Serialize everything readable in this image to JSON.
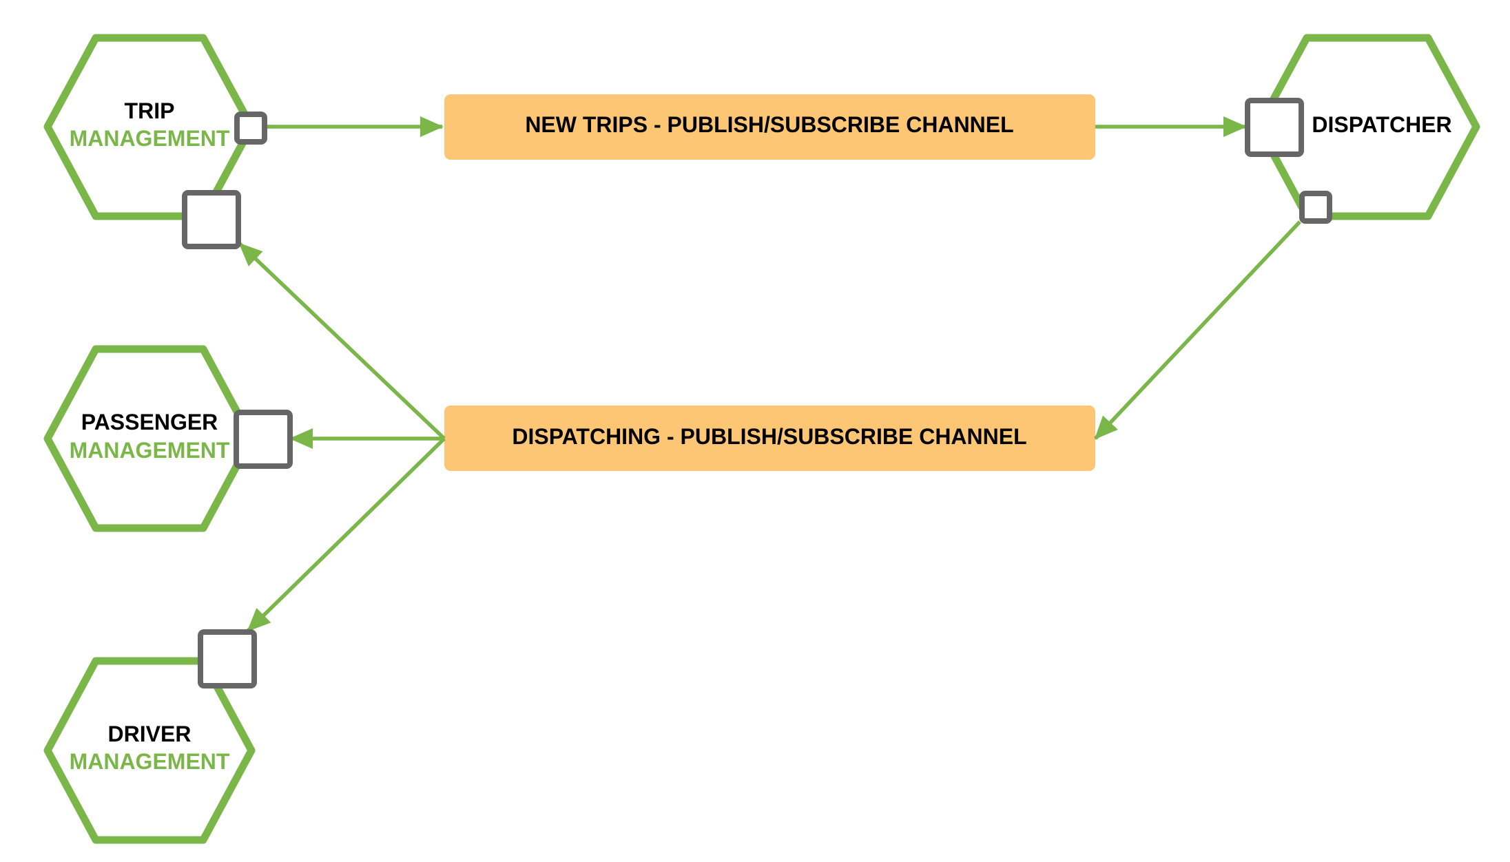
{
  "colors": {
    "hexagon_border": "#7ab648",
    "port_border": "#666666",
    "channel_fill": "#fdc674",
    "arrow": "#7ab648",
    "text_dark": "#000000",
    "text_green": "#7ab648"
  },
  "services": {
    "trip": {
      "line1": "TRIP",
      "line2": "MANAGEMENT"
    },
    "passenger": {
      "line1": "PASSENGER",
      "line2": "MANAGEMENT"
    },
    "driver": {
      "line1": "DRIVER",
      "line2": "MANAGEMENT"
    },
    "dispatcher": {
      "line1": "DISPATCHER"
    }
  },
  "channels": {
    "new_trips": "NEW TRIPS - PUBLISH/SUBSCRIBE CHANNEL",
    "dispatching": "DISPATCHING - PUBLISH/SUBSCRIBE CHANNEL"
  }
}
